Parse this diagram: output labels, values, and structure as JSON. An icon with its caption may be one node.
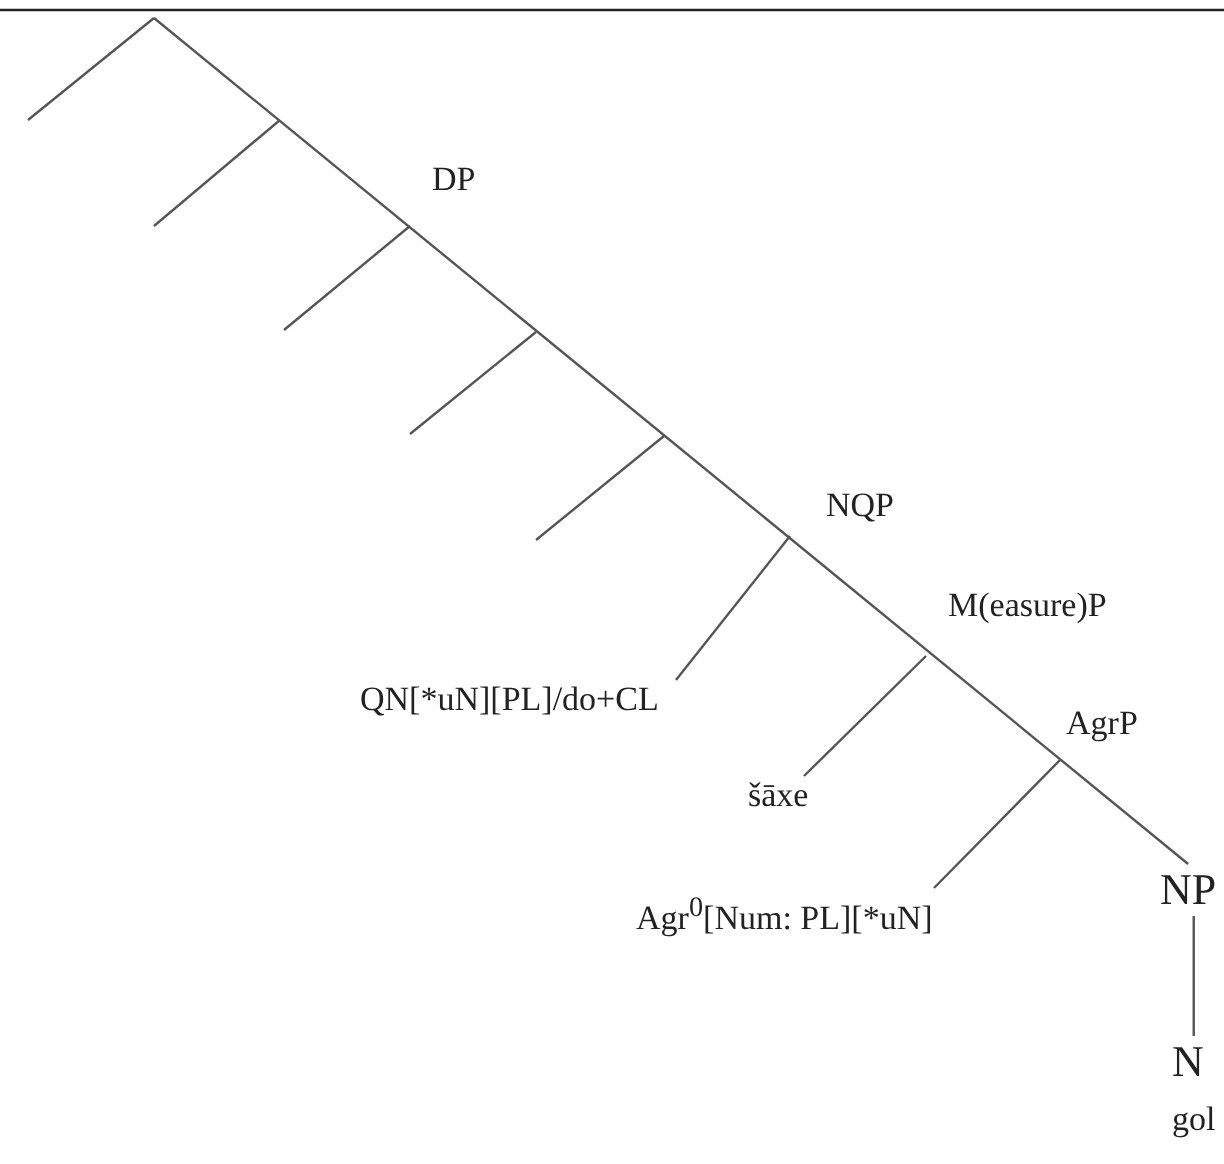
{
  "diagram": {
    "nodes": [
      {
        "text": [
          "QN[*uN][PL]/do+CL"
        ]
      },
      {
        "text": [
          "šāxe"
        ]
      },
      {
        "text": [
          "Agr$^{0}$[Num: PL][*uN]"
        ]
      },
      {
        "text": [
          "NP"
        ]
      },
      {
        "text": [
          "N"
        ],
        "beside": [
          "gol"
        ]
      }
    ],
    "edges": [
      {
        "from": null,
        "to": 0,
        "arrow": "none"
      },
      {
        "from": null,
        "to": 1,
        "arrow": "none"
      },
      {
        "from": null,
        "to": 2,
        "arrow": "none"
      },
      {
        "from": null,
        "to": 3,
        "arrow": "none"
      },
      {
        "from": 3,
        "to": 4,
        "arrow": "none"
      }
    ],
    "labels": [
      "DP",
      "NQP",
      "M(easure)P",
      "AgrP"
    ]
  }
}
